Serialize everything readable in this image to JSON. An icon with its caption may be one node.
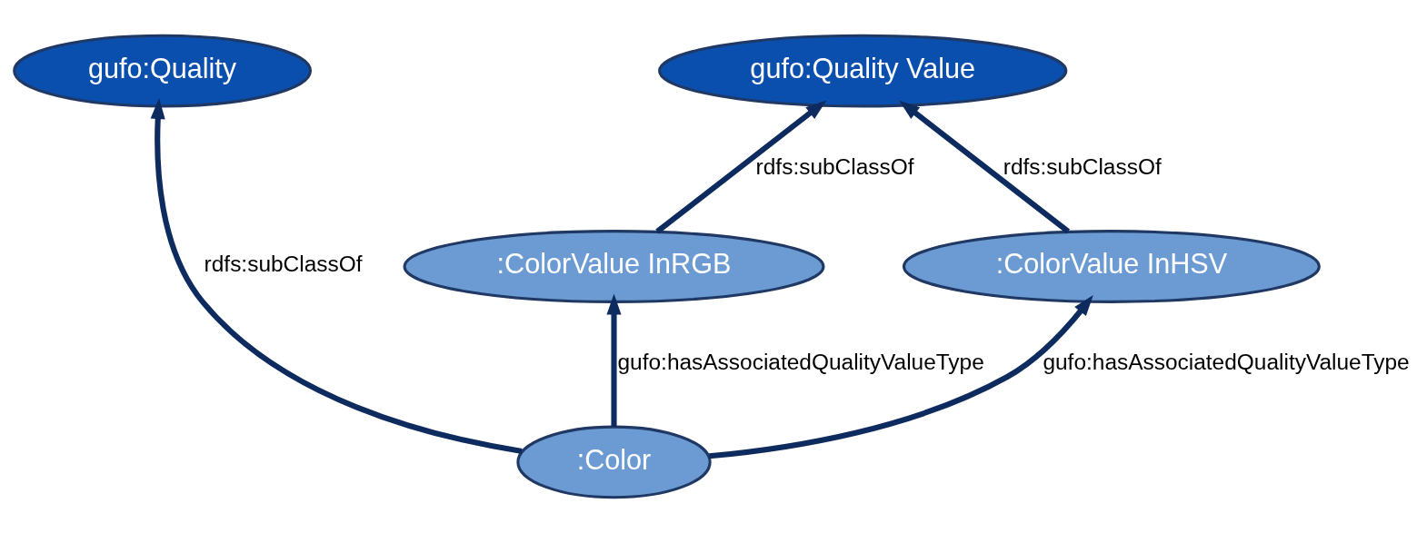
{
  "diagram": {
    "nodes": [
      {
        "text": [
          "gufo:Quality"
        ]
      },
      {
        "text": [
          "gufo:Quality Value"
        ]
      },
      {
        "text": [
          ":Color"
        ]
      },
      {
        "text": [
          ":ColorValue InRGB"
        ]
      },
      {
        "text": [
          ":ColorValue InHSV"
        ]
      }
    ],
    "edges": [
      {
        "from": 2,
        "to": 0,
        "arrow": "to",
        "label": "rdfs:subClassOf"
      },
      {
        "from": 2,
        "to": 3,
        "arrow": "to",
        "label": "gufo:hasAssociatedQualityValueType"
      },
      {
        "from": 3,
        "to": 1,
        "arrow": "to",
        "label": "rdfs:subClassOf"
      },
      {
        "from": 4,
        "to": 1,
        "arrow": "to",
        "label": "rdfs:subClassOf"
      },
      {
        "from": 2,
        "to": 4,
        "arrow": "to",
        "label": "gufo:hasAssociatedQualityValueType"
      }
    ]
  }
}
